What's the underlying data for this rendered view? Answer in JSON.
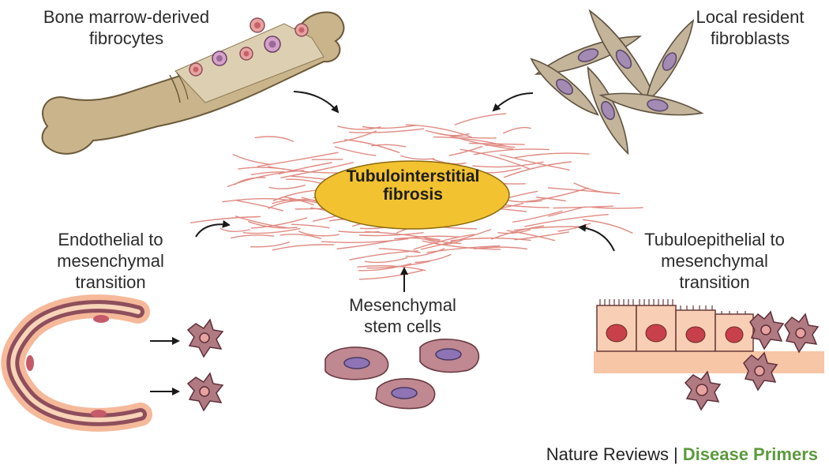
{
  "center": {
    "line1": "Tubulointerstitial",
    "line2": "fibrosis"
  },
  "sources": {
    "bone_marrow": {
      "line1": "Bone marrow-derived",
      "line2": "fibrocytes"
    },
    "resident": {
      "line1": "Local resident",
      "line2": "fibroblasts"
    },
    "endothelial": {
      "line1": "Endothelial to",
      "line2": "mesenchymal",
      "line3": "transition"
    },
    "stem": {
      "line1": "Mesenchymal",
      "line2": "stem cells"
    },
    "tubuloepithelial": {
      "line1": "Tubuloepithelial to",
      "line2": "mesenchymal",
      "line3": "transition"
    }
  },
  "credit": {
    "journal": "Nature Reviews",
    "separator": "|",
    "series": "Disease Primers"
  },
  "colors": {
    "fiber": "#e08a82",
    "ellipse_fill": "#f2c230",
    "ellipse_stroke": "#8a6a10",
    "bone": "#c9b48c",
    "fibroblast": "#c4b49a",
    "nucleus": "#a48bb4",
    "cell": "#b07a82",
    "epithelium": "#f6c6a6",
    "vessel": "#8e4e5c",
    "accent_green": "#5b9a3c"
  }
}
